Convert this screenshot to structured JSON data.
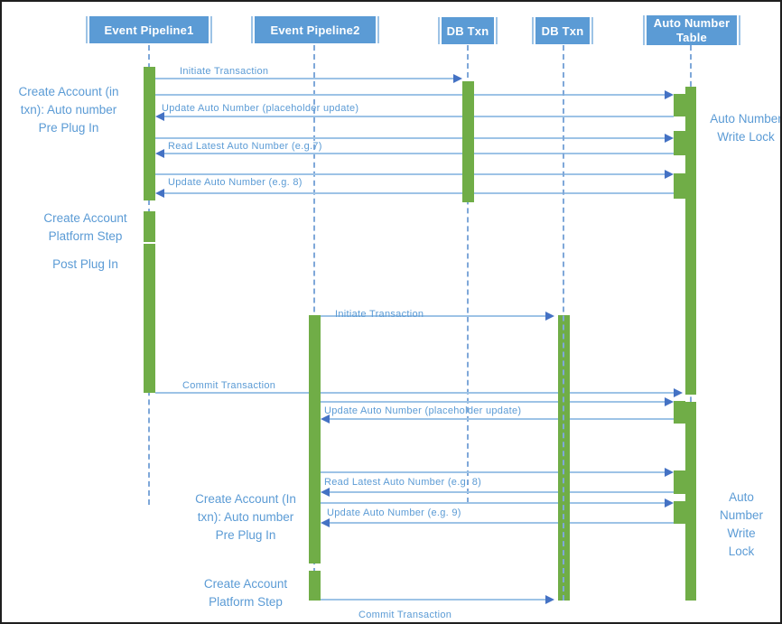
{
  "lifelines": {
    "ep1": {
      "label": "Event Pipeline1"
    },
    "ep2": {
      "label": "Event Pipeline2"
    },
    "db1": {
      "label": "DB Txn"
    },
    "db2": {
      "label": "DB Txn"
    },
    "ant": {
      "label": "Auto Number Table"
    }
  },
  "sequence1": {
    "initiate": "Initiate Transaction",
    "update_placeholder": "Update Auto Number (placeholder update)",
    "read_latest": "Read Latest Auto Number (e.g.7)",
    "update_next": "Update Auto Number (e.g. 8)",
    "commit": "Commit Transaction",
    "pre_plugin_label": "Create Account (in\ntxn): Auto number\nPre Plug In",
    "platform_step_label": "Create Account\nPlatform Step",
    "post_plugin_label": "Post Plug In",
    "write_lock_label": "Auto Number\nWrite Lock"
  },
  "sequence2": {
    "initiate": "Initiate Transaction",
    "update_placeholder": "Update Auto Number (placeholder update)",
    "read_latest": "Read Latest Auto Number (e.g. 8)",
    "update_next": "Update Auto Number (e.g. 9)",
    "commit": "Commit Transaction",
    "pre_plugin_label": "Create Account (In\ntxn): Auto number\nPre Plug In",
    "platform_step_label": "Create Account\nPlatform Step",
    "write_lock_label": "Auto\nNumber\nWrite\nLock"
  },
  "colors": {
    "header_fill": "#5B9BD5",
    "header_stripe": "#9DC3E6",
    "activation_green": "#70AD47",
    "message_line": "#9DC3E6",
    "arrowhead": "#4472C4",
    "label_text": "#5B9BD5"
  }
}
